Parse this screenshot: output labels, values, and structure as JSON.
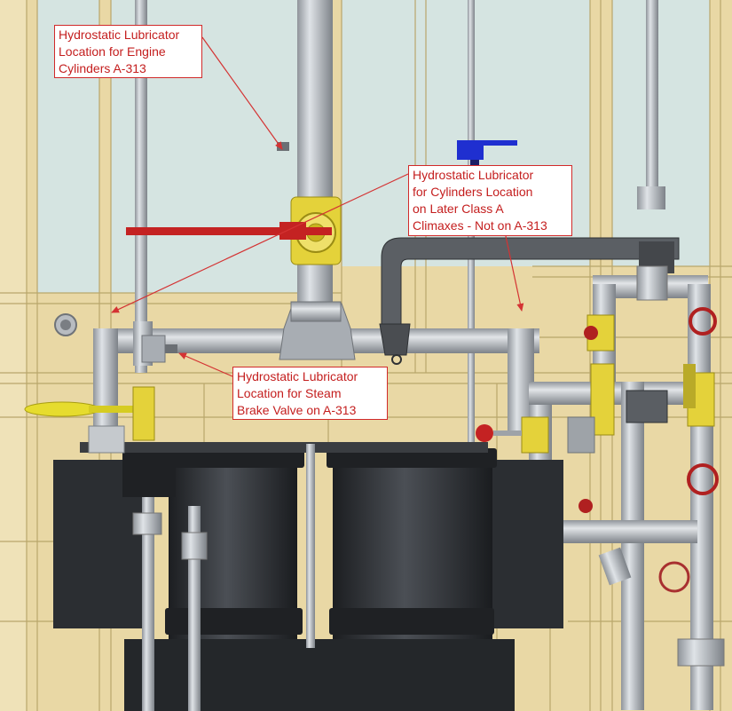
{
  "callouts": [
    {
      "text": "Hydrostatic Lubricator\nLocation for Engine\nCylinders A-313"
    },
    {
      "text": "Hydrostatic Lubricator\nfor Cylinders Location\non Later Class A\nClimaxes - Not on A-313"
    },
    {
      "text": "Hydrostatic Lubricator\nLocation for Steam\nBrake Valve on A-313"
    }
  ],
  "colors": {
    "wall_frame": "#ead9a6",
    "window_glass": "#d3e3e0",
    "pipe": "#b7bcc2",
    "tank": "#2f3236",
    "valve_brass": "#e4d23a",
    "handle_red": "#c42222",
    "handle_yellow": "#e6dc2e",
    "blue_handle": "#1f2fd0",
    "callout_border": "#d12a2a",
    "callout_text": "#c41e1e",
    "arrow": "#d43333"
  }
}
